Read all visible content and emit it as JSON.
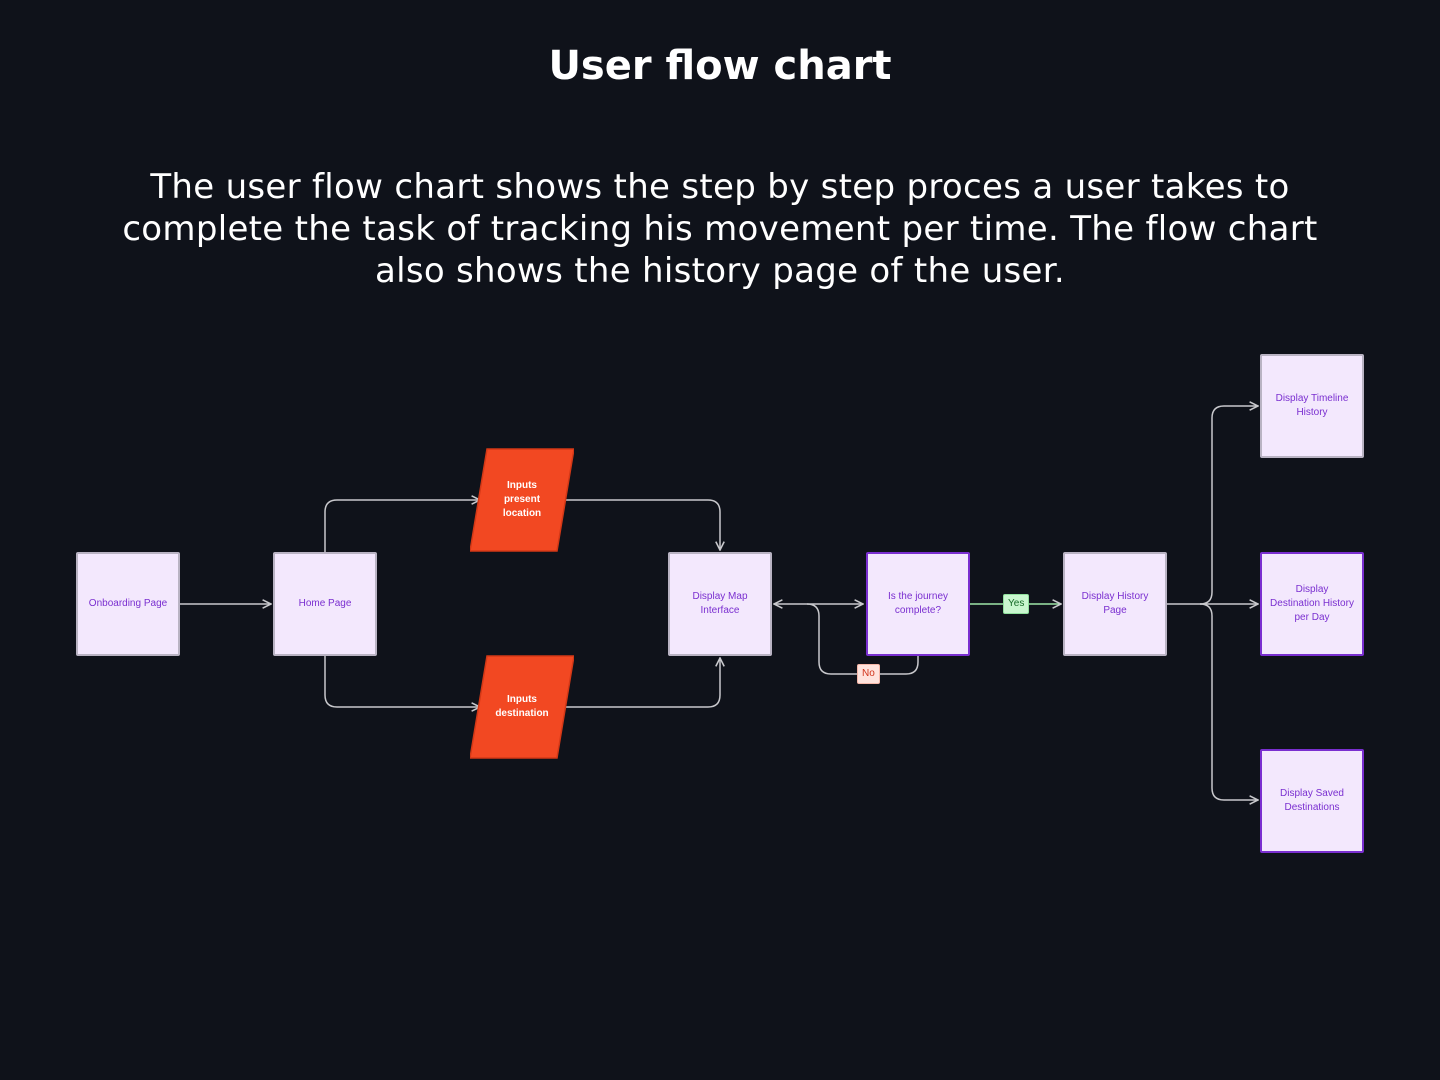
{
  "page": {
    "title": "User flow chart",
    "description": "The user flow chart shows the step by step proces a user takes to complete the task of tracking his movement per time. The flow chart also shows the history page of the user."
  },
  "colors": {
    "background": "#0f121a",
    "node_fill": "#f3e8fd",
    "node_text": "#7a2fd0",
    "node_border": "#b9b3c3",
    "node_border_accent": "#7a2fd0",
    "input_fill": "#f24822",
    "connector": "#c8c8cc",
    "yes_fill": "#c9f7cf",
    "no_fill": "#ffe3dd"
  },
  "nodes": {
    "onboarding": "Onboarding Page",
    "home": "Home Page",
    "input_location": "Inputs present location",
    "input_destination": "Inputs destination",
    "map": "Display Map Interface",
    "decision": "Is the journey complete?",
    "history": "Display History Page",
    "timeline": "Display Timeline History",
    "destination_per_day": "Display Destination History per Day",
    "saved": "Display Saved Destinations"
  },
  "labels": {
    "yes": "Yes",
    "no": "No"
  }
}
